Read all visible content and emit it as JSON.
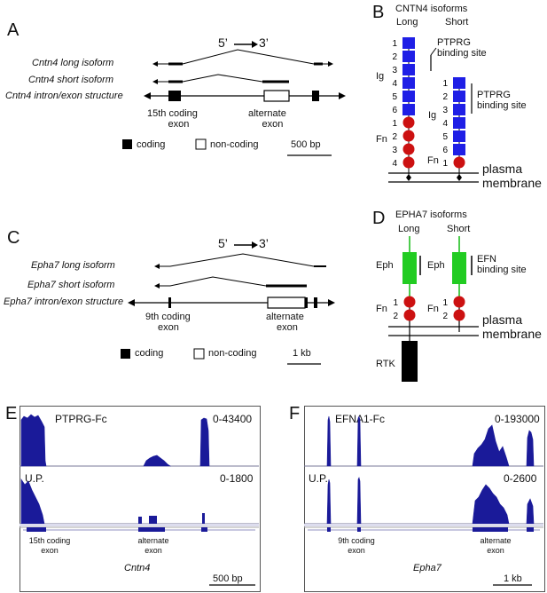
{
  "panels": {
    "A": {
      "letter": "A",
      "direction": "5’",
      "direction_end": "3’",
      "long_label": "Cntn4 long isoform",
      "short_label": "Cntn4 short isoform",
      "structure_label": "Cntn4 intron/exon structure",
      "exon1_label_1": "15th coding",
      "exon1_label_2": "exon",
      "exon2_label_1": "alternate",
      "exon2_label_2": "exon",
      "legend_coding": "coding",
      "legend_noncoding": "non-coding",
      "scale": "500 bp"
    },
    "B": {
      "letter": "B",
      "title": "CNTN4 isoforms",
      "long": "Long",
      "short": "Short",
      "ig": "Ig",
      "fn": "Fn",
      "binding_1": "PTPRG",
      "binding_2": "binding site",
      "membrane_1": "plasma",
      "membrane_2": "membrane",
      "long_ig_numbers": [
        "1",
        "2",
        "3",
        "4",
        "5",
        "6"
      ],
      "long_fn_numbers": [
        "1",
        "2",
        "3",
        "4"
      ],
      "short_ig_numbers": [
        "1",
        "2",
        "3",
        "4",
        "5",
        "6"
      ],
      "short_fn_numbers": [
        "1"
      ],
      "colors": {
        "ig": "#1f1fe6",
        "fn": "#cc1111"
      }
    },
    "C": {
      "letter": "C",
      "direction": "5’",
      "direction_end": "3’",
      "long_label": "Epha7 long isoform",
      "short_label": "Epha7 short isoform",
      "structure_label": "Epha7 intron/exon structure",
      "exon1_label_1": "9th coding",
      "exon1_label_2": "exon",
      "exon2_label_1": "alternate",
      "exon2_label_2": "exon",
      "legend_coding": "coding",
      "legend_noncoding": "non-coding",
      "scale": "1 kb"
    },
    "D": {
      "letter": "D",
      "title": "EPHA7 isoforms",
      "long": "Long",
      "short": "Short",
      "eph": "Eph",
      "fn": "Fn",
      "rtk": "RTK",
      "binding_1": "EFN",
      "binding_2": "binding site",
      "membrane_1": "plasma",
      "membrane_2": "membrane",
      "fn_numbers": [
        "1",
        "2"
      ],
      "colors": {
        "eph": "#22cc22",
        "fn": "#cc1111"
      }
    },
    "E": {
      "letter": "E",
      "track1_label": "PTPRG-Fc",
      "track1_range": "0-43400",
      "track2_label": "U.P.",
      "track2_range": "0-1800",
      "exon1_label_1": "15th coding",
      "exon1_label_2": "exon",
      "exon2_label_1": "alternate",
      "exon2_label_2": "exon",
      "gene": "Cntn4",
      "scale": "500 bp",
      "colors": {
        "track": "#1a1a99"
      }
    },
    "F": {
      "letter": "F",
      "track1_label": "EFNA1-Fc",
      "track1_range": "0-193000",
      "track2_label": "U.P.",
      "track2_range": "0-2600",
      "exon1_label_1": "9th coding",
      "exon1_label_2": "exon",
      "exon2_label_1": "alternate",
      "exon2_label_2": "exon",
      "gene": "Epha7",
      "scale": "1 kb",
      "colors": {
        "track": "#1a1a99"
      }
    }
  }
}
